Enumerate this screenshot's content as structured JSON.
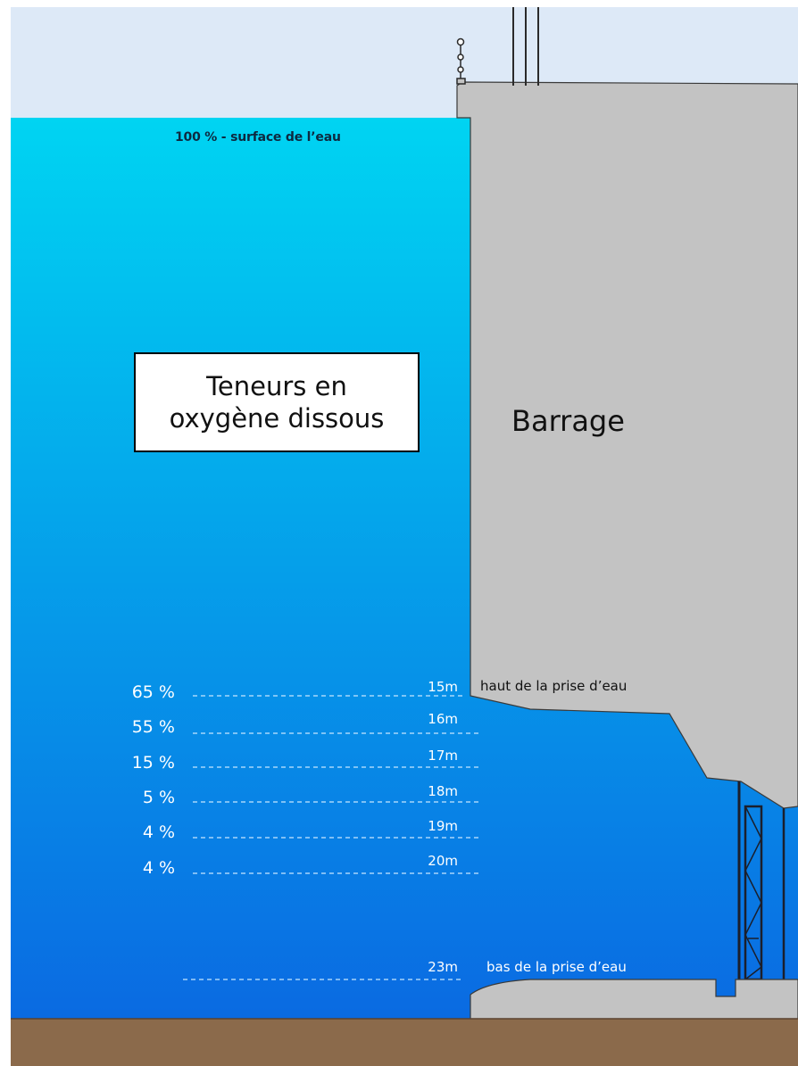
{
  "surface_label": "100 % - surface de l’eau",
  "title": [
    "Teneurs en",
    "oxygène dissous"
  ],
  "dam_label": "Barrage",
  "intake_top_label": "haut de la prise d’eau",
  "intake_bottom_label": "bas de la prise d’eau",
  "bottom_depth": "23m",
  "levels": [
    {
      "depth": "15m",
      "oxygen": "65 %"
    },
    {
      "depth": "16m",
      "oxygen": "55 %"
    },
    {
      "depth": "17m",
      "oxygen": "15 %"
    },
    {
      "depth": "18m",
      "oxygen": "5 %"
    },
    {
      "depth": "19m",
      "oxygen": "4 %"
    },
    {
      "depth": "20m",
      "oxygen": "4 %"
    }
  ],
  "colors": {
    "sky": "#dde9f7",
    "water_top": "#00d4f2",
    "water_bottom": "#0a6ae2",
    "dam": "#c3c3c3",
    "ground": "#8b6a4b"
  }
}
